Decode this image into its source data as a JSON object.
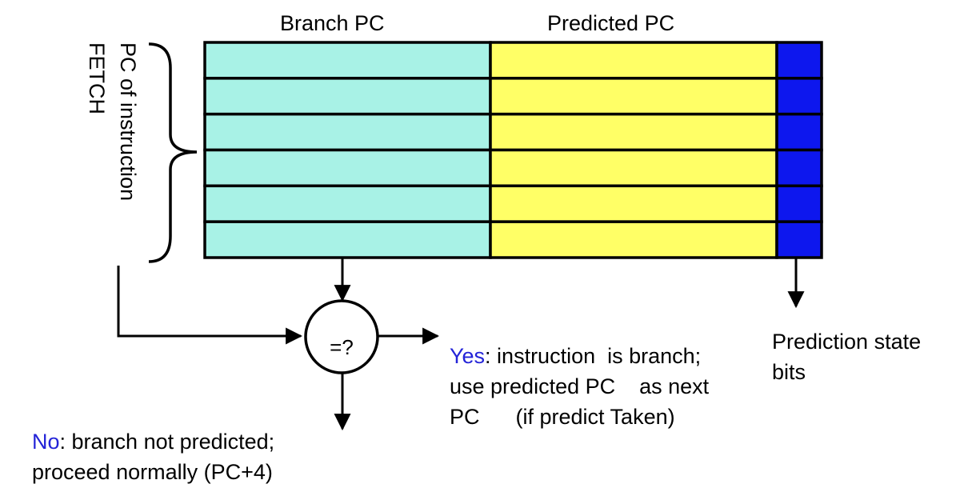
{
  "diagram": {
    "headers": {
      "branch_pc": "Branch PC",
      "predicted_pc": "Predicted PC"
    },
    "fetch_label": {
      "line1": "PC of instruction",
      "line2": "FETCH"
    },
    "compare_node": {
      "label": "=?"
    },
    "yes_note": {
      "keyword": "Yes",
      "line1_rest": ": instruction  is branch;",
      "line2": "use predicted PC    as next",
      "line3": "PC      (if predict Taken)"
    },
    "no_note": {
      "keyword": "No",
      "line1_rest": ": branch not predicted;",
      "line2": "proceed normally (PC+4)"
    },
    "state_note": {
      "line1": "Prediction state",
      "line2": "bits"
    },
    "table": {
      "row_count": 6,
      "colors": {
        "branch_pc": "#a8f2e6",
        "predicted_pc": "#ffff66",
        "state_bits": "#0d17ee",
        "border": "#000000"
      }
    },
    "colors": {
      "keyword": "#2323d8",
      "line": "#000000"
    }
  }
}
